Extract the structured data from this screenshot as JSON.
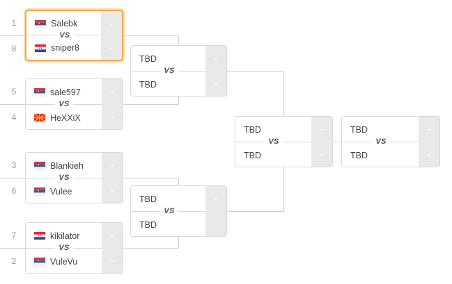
{
  "bracket": {
    "vs_label": "VS",
    "rounds": [
      {
        "label": "round-1",
        "matches": [
          {
            "highlighted": true,
            "seeds": [
              "1",
              "8"
            ],
            "players": [
              {
                "name": "Salebk",
                "flag": "serbia"
              },
              {
                "name": "sniper8",
                "flag": "croatia"
              }
            ],
            "scores": [
              "-",
              "-"
            ]
          },
          {
            "highlighted": false,
            "seeds": [
              "5",
              "4"
            ],
            "players": [
              {
                "name": "sale597",
                "flag": "serbia"
              },
              {
                "name": "HeXXiX",
                "flag": "north-macedonia"
              }
            ],
            "scores": [
              "-",
              "-"
            ]
          },
          {
            "highlighted": false,
            "seeds": [
              "3",
              "6"
            ],
            "players": [
              {
                "name": "Blankieh",
                "flag": "serbia"
              },
              {
                "name": "Vulee",
                "flag": "serbia"
              }
            ],
            "scores": [
              "-",
              "-"
            ]
          },
          {
            "highlighted": false,
            "seeds": [
              "7",
              "2"
            ],
            "players": [
              {
                "name": "kikilator",
                "flag": "croatia"
              },
              {
                "name": "VuleVu",
                "flag": "serbia"
              }
            ],
            "scores": [
              "-",
              "-"
            ]
          }
        ]
      },
      {
        "label": "round-2",
        "matches": [
          {
            "players": [
              {
                "name": "TBD"
              },
              {
                "name": "TBD"
              }
            ],
            "scores": [
              "-",
              "-"
            ]
          },
          {
            "players": [
              {
                "name": "TBD"
              },
              {
                "name": "TBD"
              }
            ],
            "scores": [
              "-",
              "-"
            ]
          }
        ]
      },
      {
        "label": "round-3",
        "matches": [
          {
            "players": [
              {
                "name": "TBD"
              },
              {
                "name": "TBD"
              }
            ],
            "scores": [
              "-",
              "-"
            ]
          }
        ]
      },
      {
        "label": "final",
        "matches": [
          {
            "players": [
              {
                "name": "TBD"
              },
              {
                "name": "TBD"
              }
            ],
            "scores": [
              "-",
              "-"
            ]
          }
        ]
      }
    ],
    "colors": {
      "highlight_border": "#f2a850",
      "highlight_glow": "#f9dcab",
      "box_border": "#d9d9d9",
      "score_bg": "#e9e9e9",
      "connector": "#cfcfcf",
      "name_text": "#444444",
      "seed_text": "#9a9a9a"
    }
  }
}
